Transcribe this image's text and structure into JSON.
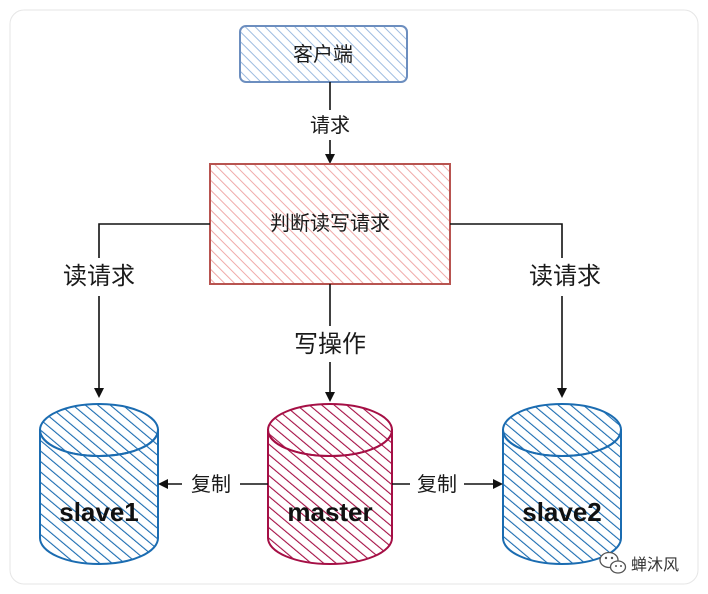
{
  "nodes": {
    "client": "客户端",
    "router": "判断读写请求",
    "slave1": "slave1",
    "master": "master",
    "slave2": "slave2"
  },
  "edges": {
    "request": "请求",
    "read_left": "读请求",
    "read_right": "读请求",
    "write": "写操作",
    "replicate_left": "复制",
    "replicate_right": "复制"
  },
  "watermark": "蝉沐风",
  "colors": {
    "client_stroke": "#6c8ebf",
    "client_fill": "#dae8fc",
    "router_stroke": "#b85450",
    "router_fill": "#f8cecc",
    "slave_stroke": "#1b6cb1",
    "master_stroke": "#a50f45",
    "edge": "#111111"
  }
}
